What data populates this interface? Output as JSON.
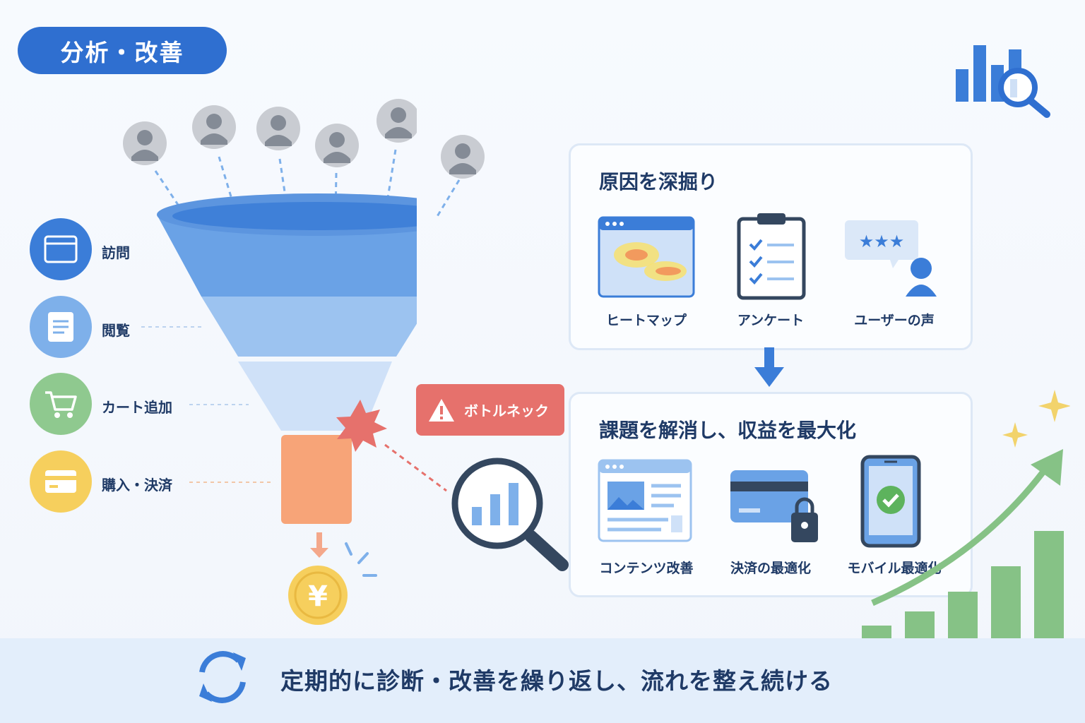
{
  "header": {
    "title": "分析・改善"
  },
  "funnel_stages": [
    {
      "label": "訪問",
      "icon": "browser-window-icon",
      "color": "#3b7dd8"
    },
    {
      "label": "閲覧",
      "icon": "document-icon",
      "color": "#7eb0ea"
    },
    {
      "label": "カート追加",
      "icon": "shopping-cart-icon",
      "color": "#8fc98f"
    },
    {
      "label": "購入・決済",
      "icon": "credit-card-icon",
      "color": "#f6cf5d"
    }
  ],
  "bottleneck": {
    "label": "ボトルネック",
    "icon": "warning-icon",
    "color": "#e6716c"
  },
  "cause_panel": {
    "title": "原因を深掘り",
    "tools": [
      {
        "label": "ヒートマップ",
        "icon": "heatmap-icon"
      },
      {
        "label": "アンケート",
        "icon": "clipboard-checklist-icon"
      },
      {
        "label": "ユーザーの声",
        "icon": "user-review-icon"
      }
    ]
  },
  "solution_panel": {
    "title": "課題を解消し、収益を最大化",
    "tools": [
      {
        "label": "コンテンツ改善",
        "icon": "content-page-icon"
      },
      {
        "label": "決済の最適化",
        "icon": "secure-payment-icon"
      },
      {
        "label": "モバイル最適化",
        "icon": "mobile-check-icon"
      }
    ]
  },
  "footer": {
    "text": "定期的に診断・改善を繰り返し、流れを整え続ける",
    "icon": "refresh-cycle-icon"
  },
  "colors": {
    "primary": "#2f6fd0",
    "text": "#1f3a66",
    "growth": "#86c286",
    "funnel_bottom": "#f7a478"
  }
}
